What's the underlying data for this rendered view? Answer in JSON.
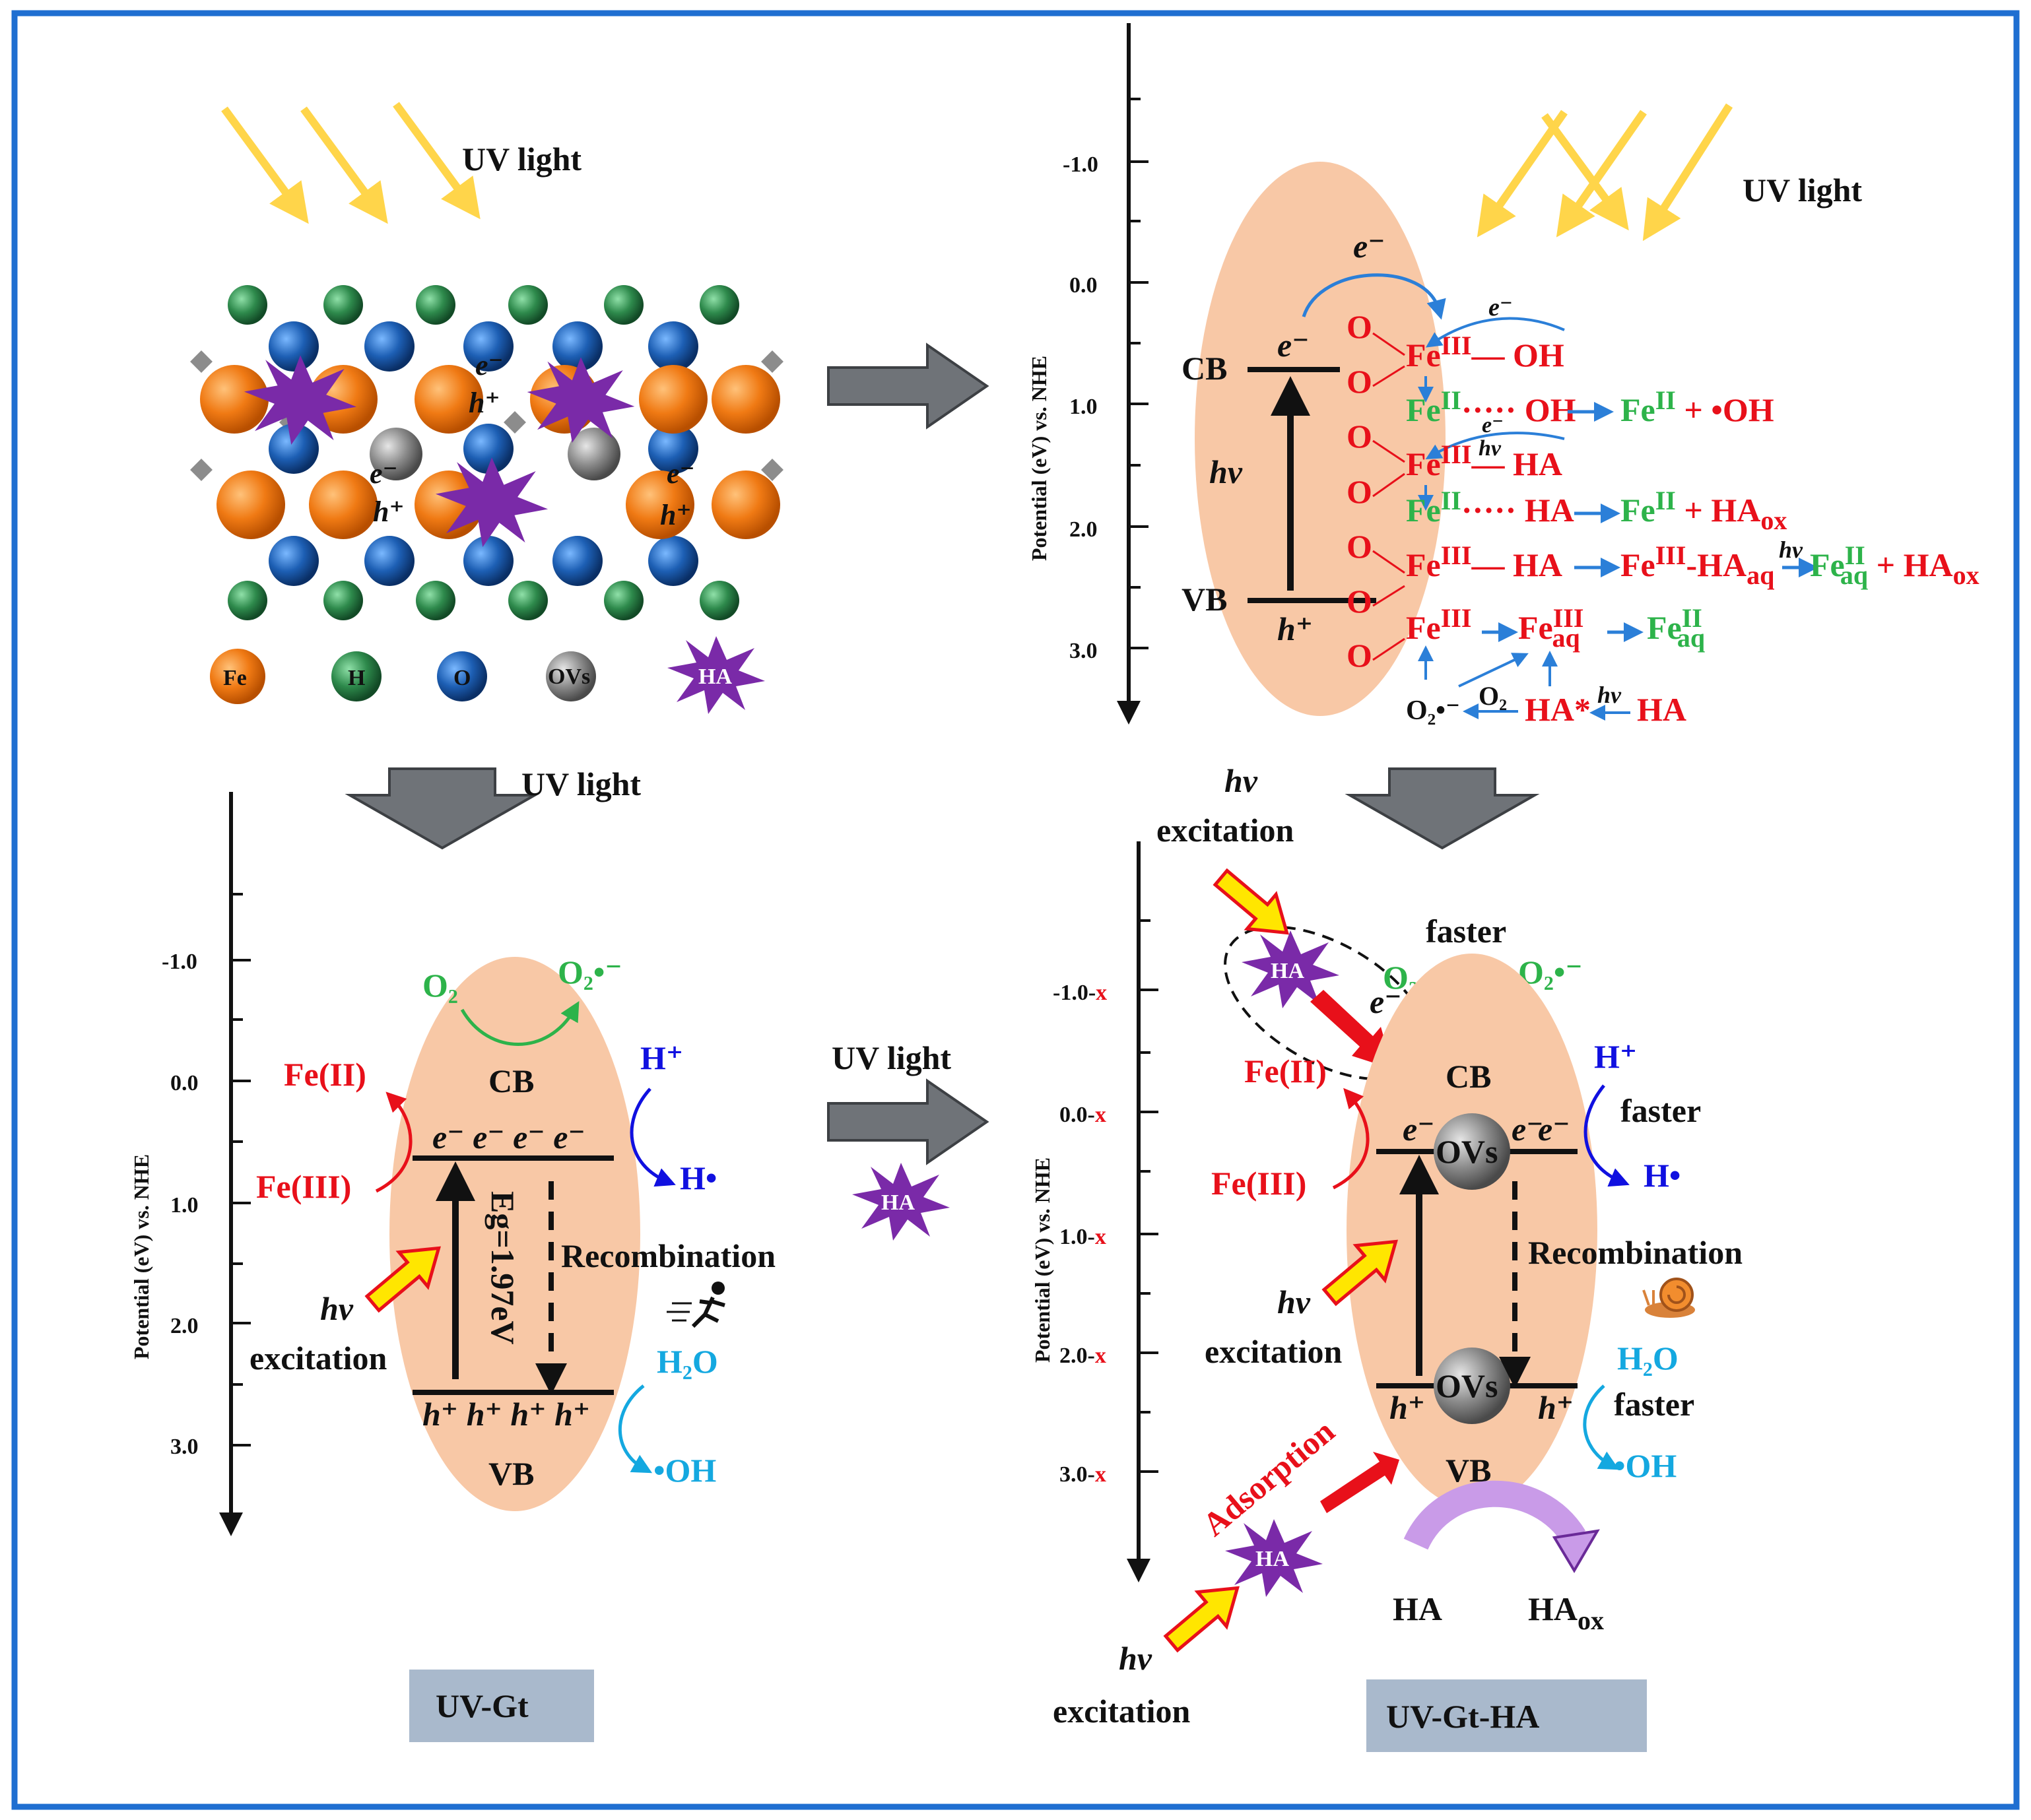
{
  "colors": {
    "frame": "#1f6fd1",
    "ellipse": "#f8c8a6",
    "fe_sphere": "#f07a14",
    "h_sphere": "#2e8a4c",
    "o_sphere": "#1d5fb4",
    "ov_sphere": "#8c8c8c",
    "ha_star": "#7a2aa8",
    "uv_arrow": "#ffd54a",
    "process_arrow": "#6f7378",
    "label_box": "#a9b9cc",
    "fe_red": "#e8101a",
    "fe_green": "#2db34a",
    "h_blue": "#1010e0",
    "water_cyan": "#14a8e0"
  },
  "icons": [
    "uv-light-arrow-icon",
    "process-arrow-icon",
    "ha-star-icon",
    "runner-icon",
    "snail-icon",
    "excitation-arrow-icon"
  ],
  "lattice": {
    "uv_label": "UV light",
    "legend": {
      "fe": "Fe",
      "h": "H",
      "o": "O",
      "ovs": "OVs",
      "ha": "HA"
    },
    "carriers": {
      "e": "e⁻",
      "h": "h⁺"
    }
  },
  "mechanism": {
    "uv_label": "UV light",
    "axis_title": "Potential (eV) vs. NHE",
    "ticks": [
      "-1.0",
      "0.0",
      "1.0",
      "2.0",
      "3.0"
    ],
    "cb": "CB",
    "vb": "VB",
    "hv": "hv",
    "e": "e⁻",
    "h": "h⁺",
    "surface_o": "O",
    "rows": {
      "r1_fe": "Fe",
      "r1_sup": "III",
      "r1_rest": "— OH",
      "r2_fe": "Fe",
      "r2_sup": "II",
      "r2_rest": "····· OH",
      "r2_prod": "Fe",
      "r2_prod_sup": "II",
      "r2_prod_rest": " + •OH",
      "r3_fe": "Fe",
      "r3_sup": "III",
      "r3_rest": "— HA",
      "r4_fe": "Fe",
      "r4_sup": "II",
      "r4_rest": "····· HA",
      "r4_prod": "Fe",
      "r4_prod_sup": "II",
      "r4_prod_rest": " + HA",
      "r4_prod_sub": "ox",
      "r5_fe": "Fe",
      "r5_sup": "III",
      "r5_rest": "— HA",
      "r5_prod": "Fe",
      "r5_prod_sup": "III",
      "r5_prod_rest": "-HA",
      "r5_prod_sub": "aq",
      "r5_final": "Fe",
      "r5_final_sup": "II",
      "r5_final_sub": "aq",
      "r5_final_rest": " + HA",
      "r5_final_sub2": "ox",
      "r6_fe": "Fe",
      "r6_sup": "III",
      "r6_prod": "Fe",
      "r6_prod_sup": "III",
      "r6_prod_sub": "aq",
      "r6_final": "Fe",
      "r6_final_sup": "II",
      "r6_final_sub": "aq"
    },
    "bottom": {
      "o2rad": "O₂•⁻",
      "o2": "O₂",
      "hastar": "HA*",
      "ha": "HA"
    }
  },
  "uvgt": {
    "uv_label": "UV light",
    "axis_title": "Potential (eV) vs. NHE",
    "ticks": [
      "-1.0",
      "0.0",
      "1.0",
      "2.0",
      "3.0"
    ],
    "o2": "O₂",
    "o2rad": "O₂•⁻",
    "fe2": "Fe(II)",
    "fe3": "Fe(III)",
    "hplus": "H⁺",
    "hdot": "H•",
    "cb": "CB",
    "vb": "VB",
    "electrons": "e⁻  e⁻  e⁻  e⁻",
    "holes": "h⁺  h⁺  h⁺  h⁺",
    "eg": "Eg=1.97eV",
    "recombination": "Recombination",
    "hv": "hv",
    "excitation": "excitation",
    "h2o": "H₂O",
    "oh": "•OH",
    "label": "UV-Gt"
  },
  "middle": {
    "uv_label": "UV light",
    "ha": "HA"
  },
  "uvgtha": {
    "hv_top": "hv",
    "excitation_top": "excitation",
    "axis_title": "Potential (eV) vs. NHE",
    "ticks": [
      "-1.0-",
      "0.0-",
      "1.0-",
      "2.0-",
      "3.0-"
    ],
    "tick_x": "x",
    "faster": "faster",
    "o2": "O₂",
    "o2rad": "O₂•⁻",
    "fe2": "Fe(II)",
    "fe3": "Fe(III)",
    "hplus": "H⁺",
    "hdot": "H•",
    "cb": "CB",
    "vb": "VB",
    "e": "e⁻",
    "h": "h⁺",
    "ovs": "OVs",
    "recombination": "Recombination",
    "hv": "hv",
    "excitation": "excitation",
    "h2o": "H₂O",
    "oh": "•OH",
    "adsorption": "Adsorption",
    "ha": "HA",
    "haox": "HA",
    "haox_sub": "ox",
    "label": "UV-Gt-HA"
  }
}
